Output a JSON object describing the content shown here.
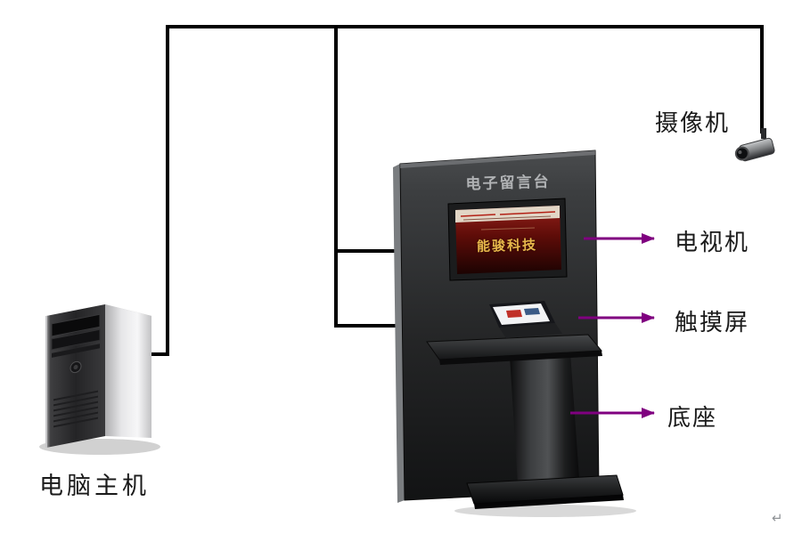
{
  "diagram": {
    "camera_label": "摄像机",
    "tv_label": "电视机",
    "touchscreen_label": "触摸屏",
    "base_label": "底座",
    "computer_label": "电脑主机",
    "kiosk_title": "电子留言台",
    "kiosk_screen_brand": "能骏科技",
    "return_mark": "↵"
  },
  "colors": {
    "cable": "#000000",
    "arrow": "#800080",
    "label_text": "#1a1a1a",
    "kiosk_title_text": "#b0b2b4",
    "screen_brand_text": "#e8b84b"
  }
}
